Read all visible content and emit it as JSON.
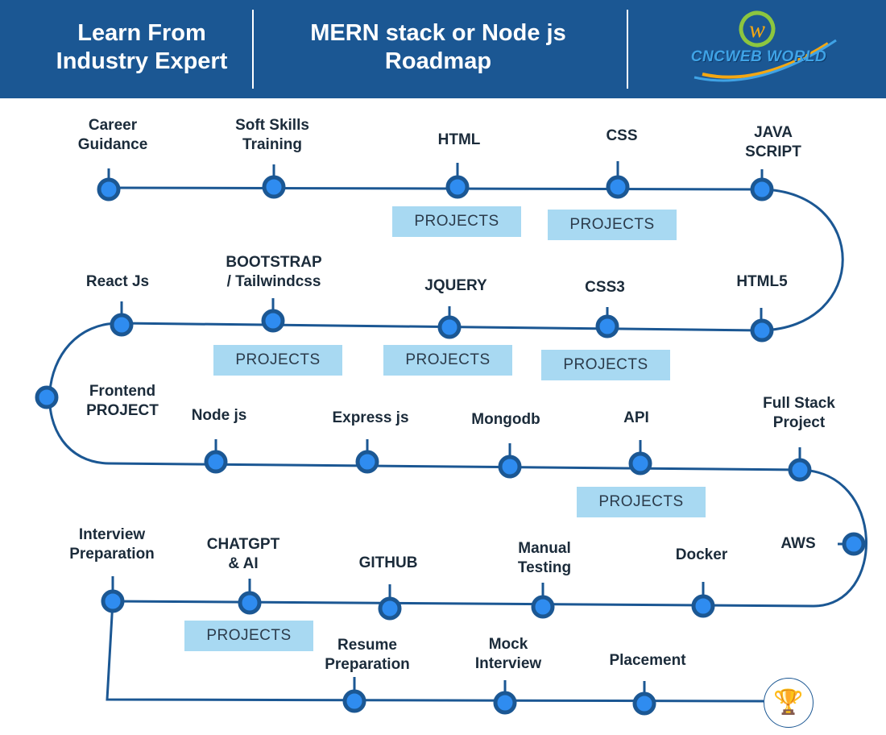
{
  "header": {
    "left_title": "Learn From\nIndustry Expert",
    "center_title": "MERN stack or Node js\nRoadmap",
    "logo_text": "CNCWEB WORLD",
    "background_color": "#1b5793"
  },
  "colors": {
    "path": "#1b5793",
    "node_inner": "#2f8cf0",
    "projects_box": "#a8d9f2"
  },
  "row1": {
    "career_guidance": "Career\nGuidance",
    "soft_skills": "Soft Skills\nTraining",
    "html": "HTML",
    "css": "CSS",
    "javascript": "JAVA\nSCRIPT"
  },
  "row2": {
    "react": "React Js",
    "bootstrap": "BOOTSTRAP\n/ Tailwindcss",
    "jquery": "JQUERY",
    "css3": "CSS3",
    "html5": "HTML5"
  },
  "row3": {
    "frontend_project": "Frontend\nPROJECT",
    "node": "Node js",
    "express": "Express js",
    "mongodb": "Mongodb",
    "api": "API",
    "full_stack": "Full Stack\nProject",
    "aws": "AWS"
  },
  "row4": {
    "interview_prep": "Interview\nPreparation",
    "chatgpt": "CHATGPT\n& AI",
    "github": "GITHUB",
    "manual_testing": "Manual\nTesting",
    "docker": "Docker"
  },
  "row5": {
    "resume": "Resume\nPreparation",
    "mock": "Mock\nInterview",
    "placement": "Placement"
  },
  "projects_label": "PROJECTS",
  "trophy_icon": "🏆"
}
